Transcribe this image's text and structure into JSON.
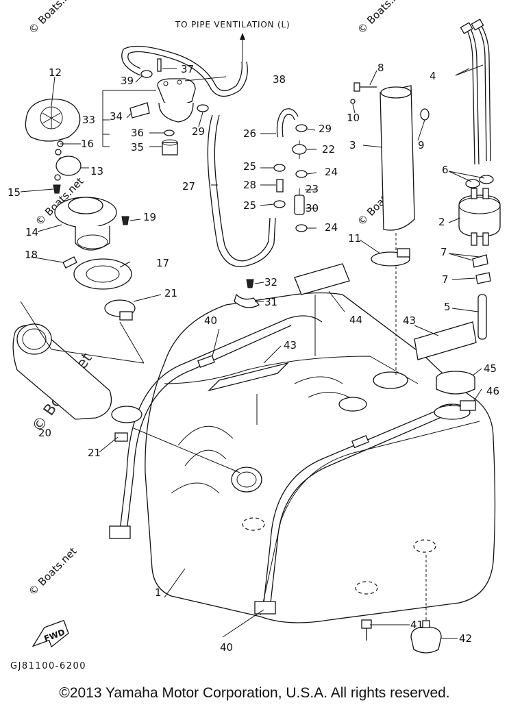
{
  "diagram": {
    "title_label": "TO PIPE VENTILATION (L)",
    "drawing_code": "GJ81100-6200",
    "fwd_label": "FWD",
    "watermark_text": "© Boats.net",
    "watermark_large": "© Boats.net",
    "part_numbers": [
      "1",
      "2",
      "3",
      "4",
      "5",
      "6",
      "7",
      "7",
      "8",
      "9",
      "10",
      "11",
      "12",
      "13",
      "14",
      "15",
      "16",
      "17",
      "18",
      "19",
      "20",
      "21",
      "21",
      "22",
      "23",
      "24",
      "24",
      "25",
      "25",
      "26",
      "27",
      "28",
      "29",
      "29",
      "30",
      "31",
      "32",
      "33",
      "34",
      "35",
      "36",
      "37",
      "38",
      "39",
      "40",
      "40",
      "41",
      "42",
      "43",
      "43",
      "44",
      "45",
      "46"
    ]
  },
  "footer": {
    "copyright": "©2013 Yamaha Motor Corporation, U.S.A. All rights reserved."
  }
}
